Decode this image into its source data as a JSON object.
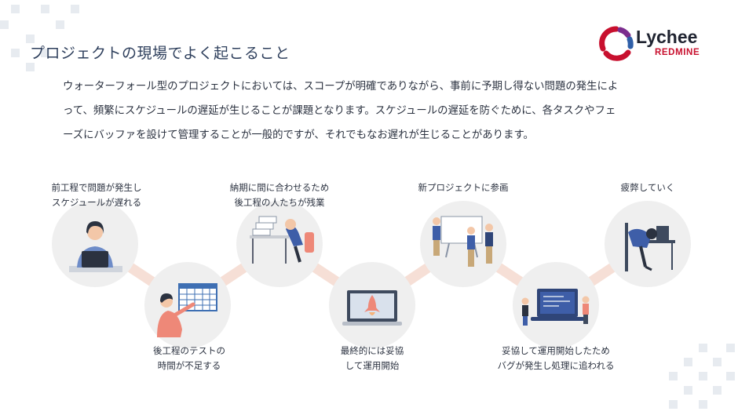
{
  "title": "プロジェクトの現場でよく起こること",
  "logo": {
    "name": "Lychee",
    "sub": "REDMINE"
  },
  "intro": {
    "lines": [
      "ウォーターフォール型のプロジェクトにおいては、スコープが明確でありながら、事前に予期し得ない問題の発生によ",
      "って、頻繁にスケジュールの遅延が生じることが課題となります。スケジュールの遅延を防ぐために、各タスクやフェ",
      "ーズにバッファを設けて管理することが一般的ですが、それでもなお遅れが生じることがあります。"
    ]
  },
  "steps": [
    {
      "line1": "前工程で問題が発生し",
      "line2": "スケジュールが遅れる",
      "icon": "worried-worker-icon"
    },
    {
      "line1": "後工程のテストの",
      "line2": "時間が不足する",
      "icon": "calendar-pointing-icon"
    },
    {
      "line1": "納期に間に合わせるため",
      "line2": "後工程の人たちが残業",
      "icon": "overtime-desk-icon"
    },
    {
      "line1": "最終的には妥協",
      "line2": "して運用開始",
      "icon": "rocket-laptop-icon"
    },
    {
      "line1": "新プロジェクトに参画",
      "line2": "",
      "icon": "team-presentation-icon"
    },
    {
      "line1": "妥協して運用開始したため",
      "line2": "バグが発生し処理に追われる",
      "icon": "bug-fixing-icon"
    },
    {
      "line1": "疲弊していく",
      "line2": "",
      "icon": "exhausted-worker-icon"
    }
  ],
  "colors": {
    "title": "#2e3f5c",
    "circle": "#efefef",
    "connector": "#f6dfd6",
    "brand_red": "#c8102e",
    "brand_purple": "#7b2d8e",
    "brand_blue": "#2f5fa8"
  }
}
